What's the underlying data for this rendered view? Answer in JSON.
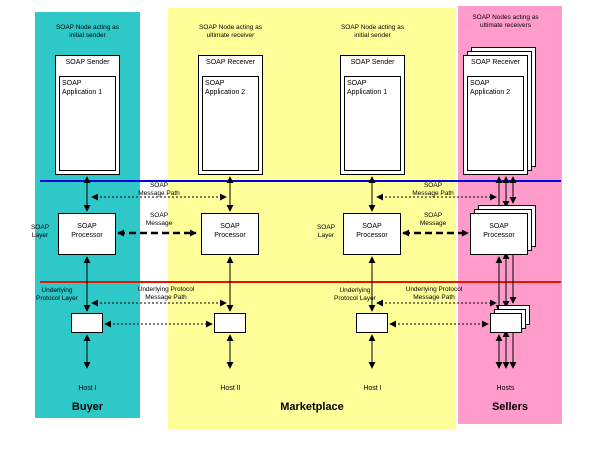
{
  "regions": [
    {
      "label": "Buyer",
      "color": "#2fc8c8"
    },
    {
      "label": "Marketplace",
      "color": "#ffff99"
    },
    {
      "label": "Sellers",
      "color": "#ff9ccc"
    }
  ],
  "nodes": [
    {
      "caption": "SOAP Node acting as\ninitial sender",
      "stack_title": "SOAP Sender",
      "app": "SOAP\nApplication 1",
      "processor": "SOAP\nProcessor",
      "host": "Host I"
    },
    {
      "caption": "SOAP Node acting as\nultimate receiver",
      "stack_title": "SOAP Receiver",
      "app": "SOAP\nApplication 2",
      "processor": "SOAP\nProcessor",
      "host": "Host II"
    },
    {
      "caption": "SOAP Node acting as\ninitial sender",
      "stack_title": "SOAP Sender",
      "app": "SOAP\nApplication 1",
      "processor": "SOAP\nProcessor",
      "host": "Host I"
    },
    {
      "caption": "SOAP Nodes acting as\nultimate receivers",
      "stack_title": "SOAP Receiver",
      "app": "SOAP\nApplication 2",
      "processor": "SOAP\nProcessor",
      "host": "Hosts"
    }
  ],
  "layers": {
    "soap_layer": "SOAP\nLayer",
    "underlying_layer": "Underlying\nProtocol Layer"
  },
  "flows": {
    "soap_message_path": "SOAP\nMessage Path",
    "soap_message": "SOAP\nMessage",
    "underlying_message_path": "Underlying Protocol\nMessage Path"
  },
  "colors": {
    "soap_layer_line": "#0000e0",
    "underlying_layer_line": "#e81500"
  }
}
